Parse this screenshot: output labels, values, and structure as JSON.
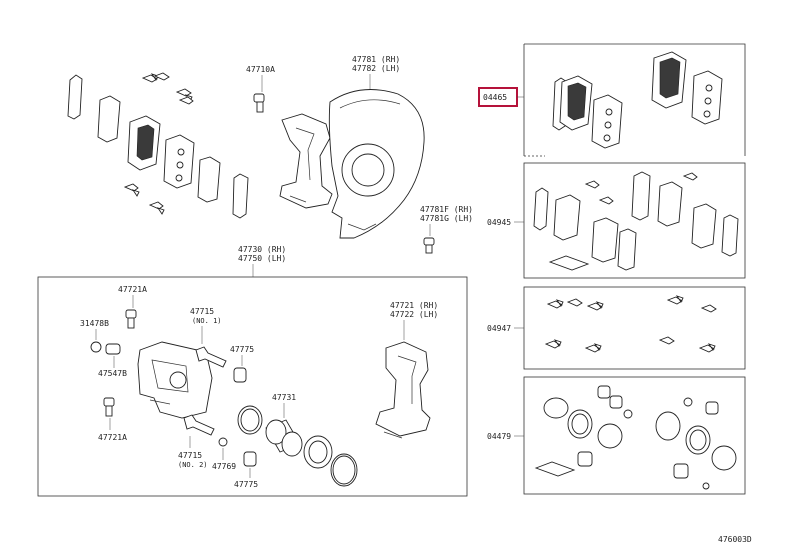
{
  "labels": {
    "p47710a": "47710A",
    "p47781": "47781 (RH)",
    "p47782": "47782 (LH)",
    "p04465": "04465",
    "p47781f": "47781F (RH)",
    "p47781g": "47781G (LH)",
    "p04945": "04945",
    "p47730": "47730 (RH)",
    "p47750": "47750 (LH)",
    "p47721a_top": "47721A",
    "p31478b": "31478B",
    "p47715_1": "47715",
    "p47715_1_note": "(NO. 1)",
    "p47775_top": "47775",
    "p47547b": "47547B",
    "p47721": "47721 (RH)",
    "p47722": "47722 (LH)",
    "p04947": "04947",
    "p47731": "47731",
    "p47721a_bot": "47721A",
    "p47715_2": "47715",
    "p47715_2_note": "(NO. 2)",
    "p47769": "47769",
    "p47775_bot": "47775",
    "p04479": "04479",
    "diagram_id": "476003D"
  },
  "colors": {
    "highlight": "#b5123a",
    "line": "#222222"
  }
}
